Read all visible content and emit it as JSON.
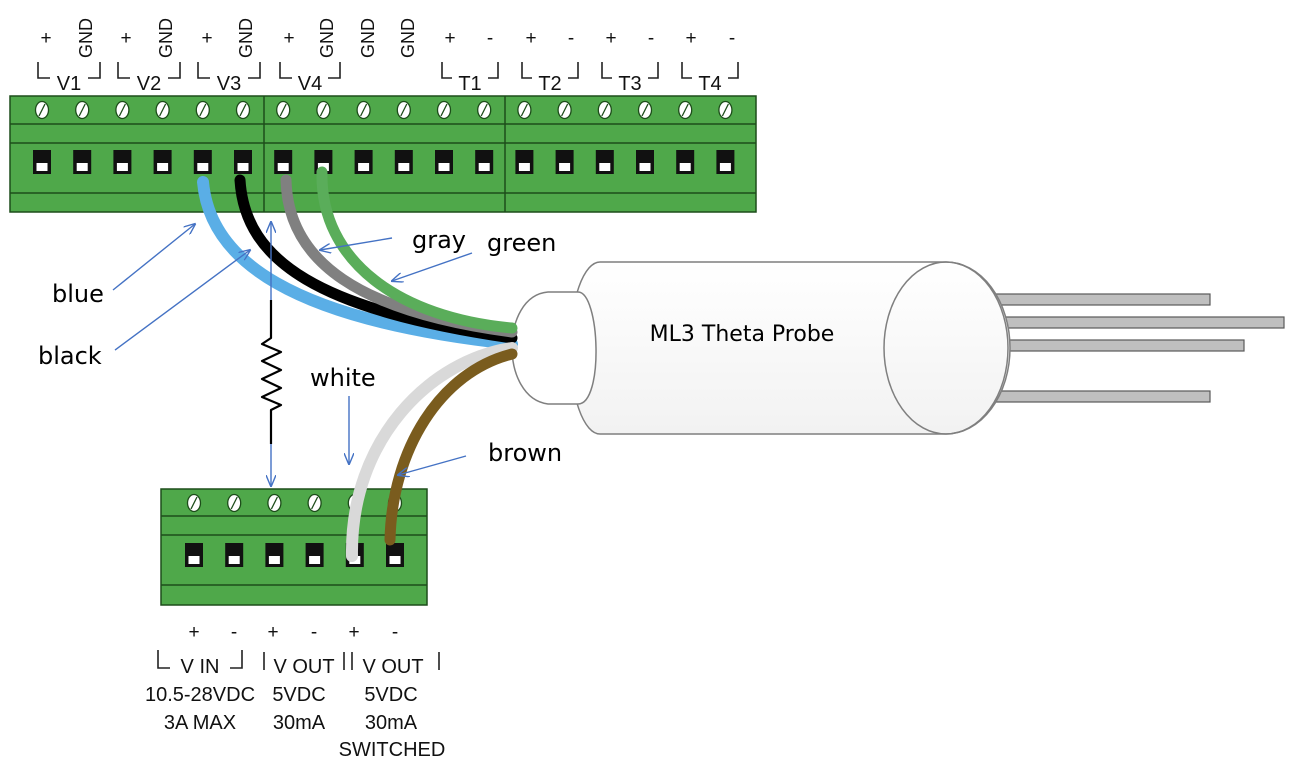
{
  "top_terminals": [
    "+",
    "GND",
    "+",
    "GND",
    "+",
    "GND",
    "+",
    "GND",
    "GND",
    "GND",
    "+",
    "-",
    "+",
    "-",
    "+",
    "-",
    "+",
    "-"
  ],
  "top_groups": [
    "V1",
    "V2",
    "V3",
    "V4",
    "T1",
    "T2",
    "T3",
    "T4"
  ],
  "wires": {
    "blue": "blue",
    "black": "black",
    "gray": "gray",
    "green": "green",
    "white": "white",
    "brown": "brown"
  },
  "colors": {
    "blue": "#5aaee6",
    "black": "#000000",
    "gray": "#808080",
    "green": "#5aad5a",
    "white": "#d9d9d9",
    "brown": "#7a5c1e",
    "terminal_block": "#4fa84a",
    "arrow": "#4472c4"
  },
  "probe": {
    "label": "ML3 Theta Probe"
  },
  "bottom_terminals": [
    "+",
    "-",
    "+",
    "-",
    "+",
    "-"
  ],
  "bottom_groups": [
    {
      "name": "V IN",
      "lines": [
        "10.5-28VDC",
        "3A MAX"
      ]
    },
    {
      "name": "V OUT",
      "lines": [
        "5VDC",
        "30mA"
      ]
    },
    {
      "name": "V OUT",
      "lines": [
        "5VDC",
        "30mA",
        "SWITCHED"
      ]
    }
  ]
}
